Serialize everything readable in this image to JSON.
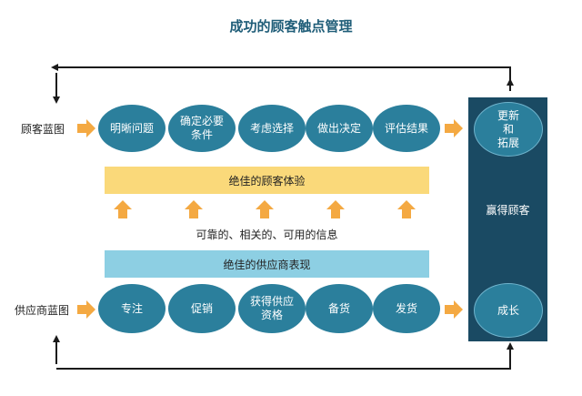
{
  "title": "成功的顾客触点管理",
  "customer": {
    "label": "顾客蓝图",
    "steps": [
      "明晰问题",
      "确定必要\n条件",
      "考虑选择",
      "做出决定",
      "评估结果"
    ]
  },
  "experience_bar": "绝佳的顾客体验",
  "info_label": "可靠的、相关的、可用的信息",
  "supplier_bar": "绝佳的供应商表现",
  "supplier": {
    "label": "供应商蓝图",
    "steps": [
      "专注",
      "促销",
      "获得供应\n资格",
      "备货",
      "发货"
    ]
  },
  "side": {
    "top": "更新\n和\n拓展",
    "middle": "赢得顾客",
    "bottom": "成长"
  },
  "colors": {
    "ellipse": "#2b7f9c",
    "panel": "#1a4a63",
    "experience_bar": "#fad97a",
    "supplier_bar": "#8dcfe3",
    "arrow": "#f4a942",
    "line": "#1a1a1a"
  }
}
